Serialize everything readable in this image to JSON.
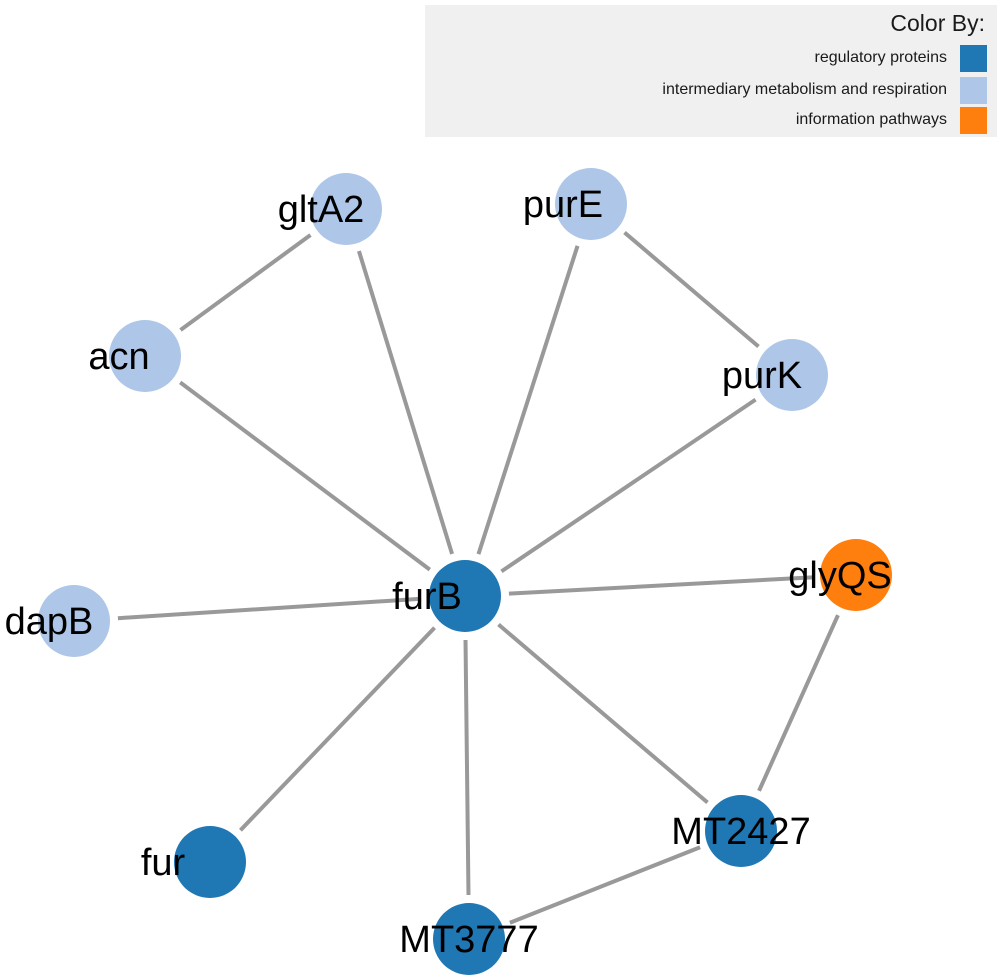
{
  "legend": {
    "title": "Color By:",
    "items": [
      {
        "label": "regulatory proteins",
        "color": "#1f77b4"
      },
      {
        "label": "intermediary metabolism and respiration",
        "color": "#aec7e8"
      },
      {
        "label": "information pathways",
        "color": "#ff7f0e"
      }
    ]
  },
  "graph": {
    "edge_color": "#999999",
    "nodes": [
      {
        "id": "furB",
        "label": "furB",
        "group": 0
      },
      {
        "id": "gltA2",
        "label": "gltA2",
        "group": 1
      },
      {
        "id": "purE",
        "label": "purE",
        "group": 1
      },
      {
        "id": "acn",
        "label": "acn",
        "group": 1
      },
      {
        "id": "purK",
        "label": "purK",
        "group": 1
      },
      {
        "id": "glyQS",
        "label": "glyQS",
        "group": 2
      },
      {
        "id": "dapB",
        "label": "dapB",
        "group": 1
      },
      {
        "id": "fur",
        "label": "fur",
        "group": 0
      },
      {
        "id": "MT2427",
        "label": "MT2427",
        "group": 0
      },
      {
        "id": "MT3777",
        "label": "MT3777",
        "group": 0
      }
    ],
    "edges": [
      [
        "furB",
        "acn"
      ],
      [
        "furB",
        "gltA2"
      ],
      [
        "furB",
        "purE"
      ],
      [
        "furB",
        "purK"
      ],
      [
        "furB",
        "glyQS"
      ],
      [
        "furB",
        "dapB"
      ],
      [
        "furB",
        "fur"
      ],
      [
        "furB",
        "MT3777"
      ],
      [
        "furB",
        "MT2427"
      ],
      [
        "acn",
        "gltA2"
      ],
      [
        "purE",
        "purK"
      ],
      [
        "glyQS",
        "MT2427"
      ],
      [
        "MT2427",
        "MT3777"
      ]
    ]
  }
}
